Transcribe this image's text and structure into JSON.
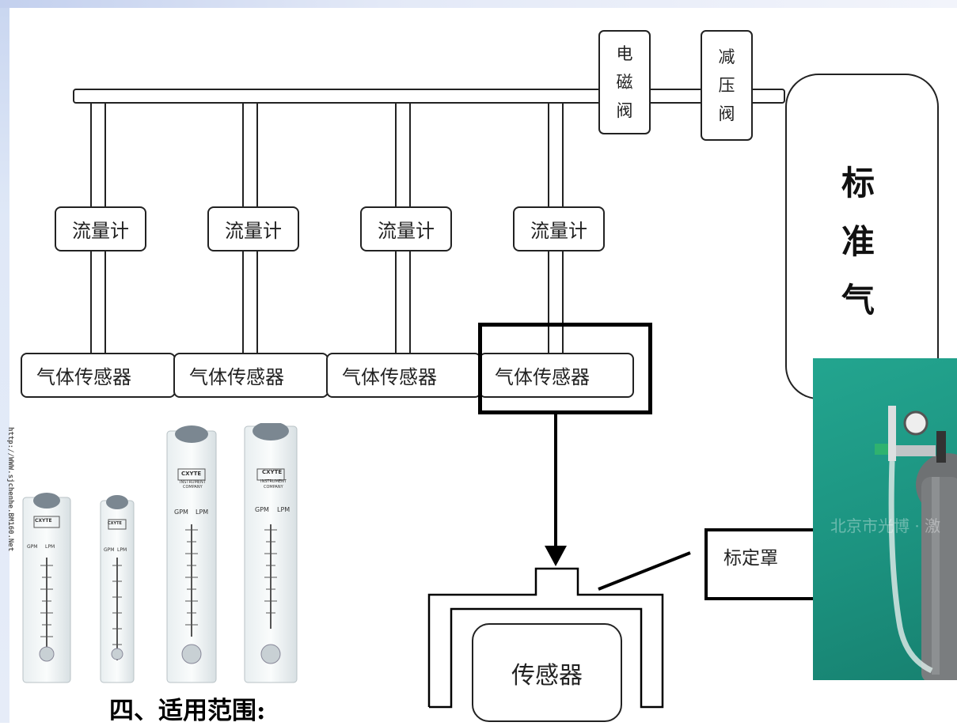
{
  "valves": [
    {
      "chars": [
        "电",
        "磁",
        "阀"
      ]
    },
    {
      "chars": [
        "减",
        "压",
        "阀"
      ]
    }
  ],
  "gas_cylinder": {
    "chars": [
      "标",
      "准",
      "气"
    ]
  },
  "flowmeters": [
    "流量计",
    "流量计",
    "流量计",
    "流量计"
  ],
  "sensors": [
    "气体传感器",
    "气体传感器",
    "气体传感器",
    "气体传感器"
  ],
  "calibration_hood_label": "标定罩",
  "bottom_sensor_label": "传感器",
  "caption": "四、适用范围:",
  "photo_watermark": "北京市光博 · 激",
  "rotated_url": "http://WWW.sjchenhe.BM160.Net",
  "rotameter_brand": "CXYTE",
  "rotameter_company": [
    "INSTRUMENT",
    "COMPANY"
  ],
  "rotameters": [
    {
      "units_left": "GPM",
      "units_right": "LPM"
    },
    {
      "units_left": "GPM",
      "units_right": "LPM"
    },
    {
      "units_left": "GPM",
      "units_right": "LPM"
    },
    {
      "units_left": "GPM",
      "units_right": "LPM"
    }
  ],
  "colors": {
    "line": "#222222",
    "photo_bg": "#1f9a86",
    "cylinder": "#7d7f80",
    "highlight": "#000000"
  }
}
